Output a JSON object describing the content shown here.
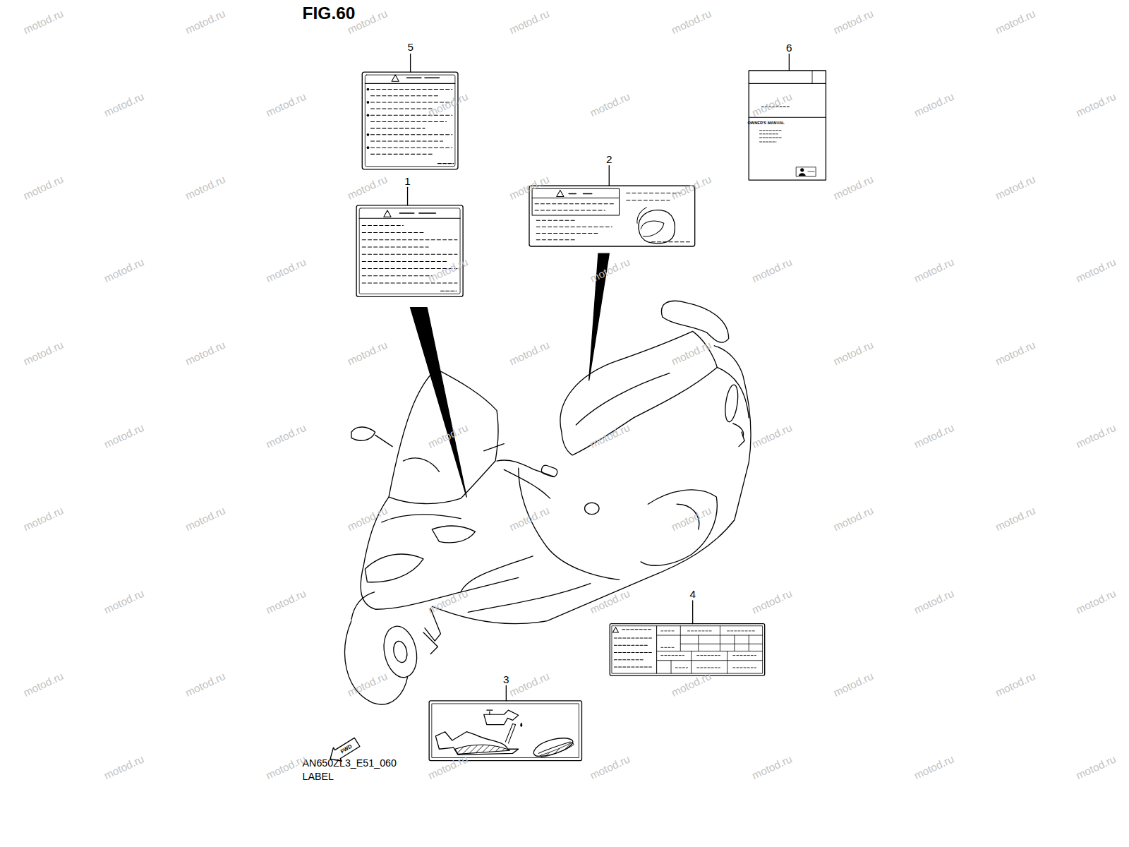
{
  "diagram": {
    "title": "FIG.60",
    "labels": [
      "5",
      "1",
      "2",
      "6",
      "4",
      "3",
      "OWNER'S MANUAL",
      "FWD",
      "AN650ZL3_E51_060",
      "LABEL",
      "motod.ru",
      "motod.ru",
      "motod.ru",
      "motod.ru",
      "motod.ru",
      "motod.ru",
      "motod.ru",
      "motod.ru",
      "motod.ru",
      "motod.ru",
      "motod.ru",
      "motod.ru",
      "motod.ru",
      "motod.ru",
      "motod.ru",
      "motod.ru",
      "motod.ru",
      "motod.ru",
      "motod.ru",
      "motod.ru",
      "motod.ru",
      "motod.ru",
      "motod.ru",
      "motod.ru",
      "motod.ru",
      "motod.ru",
      "motod.ru",
      "motod.ru",
      "motod.ru",
      "motod.ru",
      "motod.ru",
      "motod.ru",
      "motod.ru",
      "motod.ru",
      "motod.ru",
      "motod.ru",
      "motod.ru",
      "motod.ru",
      "motod.ru",
      "motod.ru",
      "motod.ru",
      "motod.ru",
      "motod.ru",
      "motod.ru",
      "motod.ru",
      "motod.ru",
      "motod.ru",
      "motod.ru",
      "motod.ru",
      "motod.ru",
      "motod.ru",
      "motod.ru",
      "motod.ru",
      "motod.ru",
      "motod.ru",
      "motod.ru",
      "motod.ru",
      "motod.ru",
      "motod.ru",
      "motod.ru",
      "motod.ru",
      "motod.ru",
      "motod.ru",
      "motod.ru",
      "motod.ru",
      "motod.ru",
      "motod.ru",
      "motod.ru",
      "motod.ru",
      "motod.ru"
    ]
  }
}
